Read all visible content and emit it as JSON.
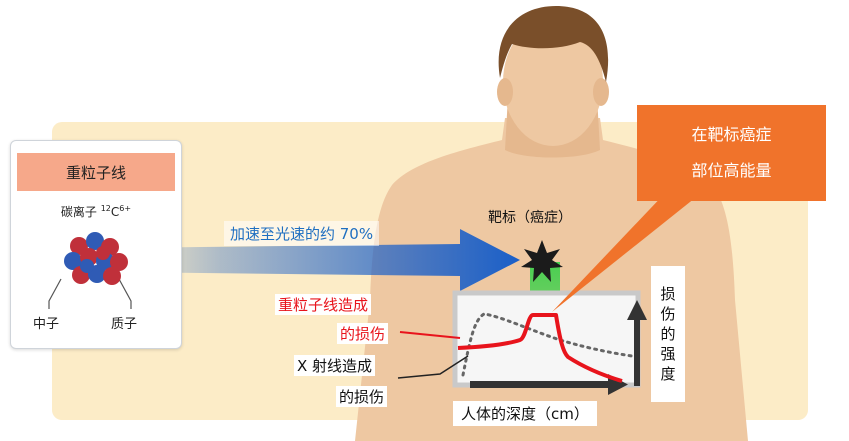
{
  "card": {
    "title": "重粒子线",
    "ion_prefix": "碳离子 ",
    "ion_mass": "12",
    "ion_symbol": "C",
    "ion_charge": "6+",
    "neutron": "中子",
    "proton": "质子"
  },
  "beam": {
    "speed_text": "加速至光速的约 70%"
  },
  "target": {
    "label": "靶标（癌症）"
  },
  "callout": {
    "line1": "在靶标癌症",
    "line2": "部位高能量"
  },
  "graph": {
    "heavy_label_line1": "重粒子线造成",
    "heavy_label_line2": "的损伤",
    "xray_label_line1": "X 射线造成",
    "xray_label_line2": "的损伤",
    "x_axis_label": "人体的深度（cm）",
    "y_axis_label": [
      "损",
      "伤",
      "的",
      "强",
      "度"
    ]
  },
  "colors": {
    "heavy_curve": "#e8141c",
    "beam": "#1a5fc8",
    "callout": "#f0732b",
    "target_beam": "#55d45a",
    "skin": "#eec8a2",
    "background_panel": "#fcecc7"
  }
}
